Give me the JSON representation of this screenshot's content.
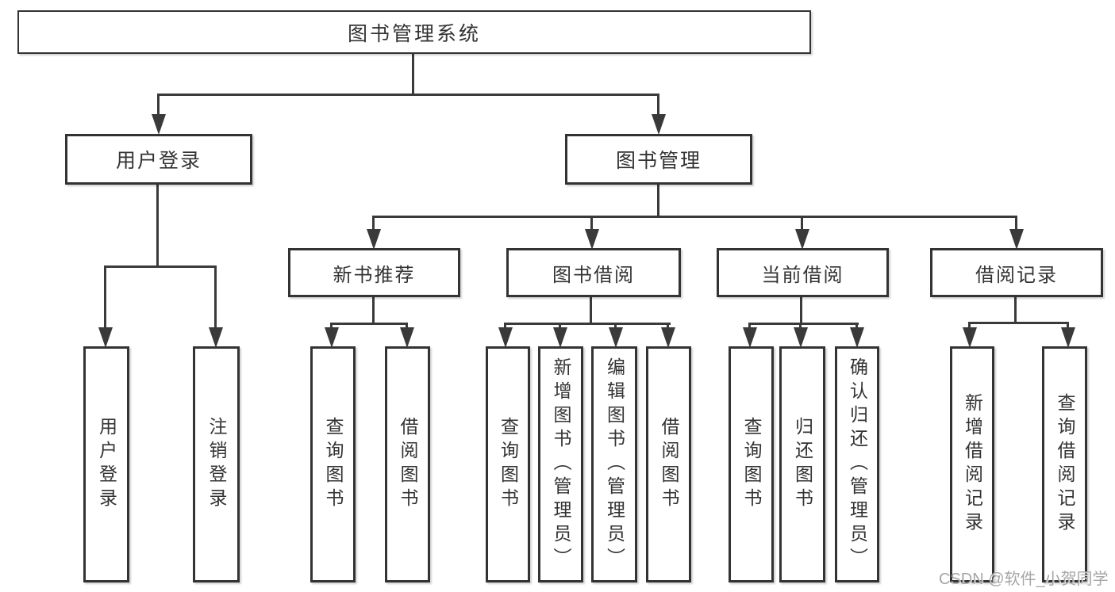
{
  "tree": {
    "root": "图书管理系统",
    "branches": [
      {
        "label": "用户登录",
        "children": [
          {
            "label": "用户登录"
          },
          {
            "label": "注销登录"
          }
        ]
      },
      {
        "label": "图书管理",
        "children": [
          {
            "label": "新书推荐",
            "children": [
              {
                "label": "查询图书"
              },
              {
                "label": "借阅图书"
              }
            ]
          },
          {
            "label": "图书借阅",
            "children": [
              {
                "label": "查询图书"
              },
              {
                "label": "新增图书（管理员）"
              },
              {
                "label": "编辑图书（管理员）"
              },
              {
                "label": "借阅图书"
              }
            ]
          },
          {
            "label": "当前借阅",
            "children": [
              {
                "label": "查询图书"
              },
              {
                "label": "归还图书"
              },
              {
                "label": "确认归还（管理员）"
              }
            ]
          },
          {
            "label": "借阅记录",
            "children": [
              {
                "label": "新增借阅记录"
              },
              {
                "label": "查询借阅记录"
              }
            ]
          }
        ]
      }
    ]
  },
  "watermark": "CSDN @软件_小贺同学",
  "colors": {
    "line": "#3a3a3a",
    "border": "#333333",
    "text": "#333333",
    "watermark": "#a6a6a6",
    "background": "#ffffff"
  }
}
